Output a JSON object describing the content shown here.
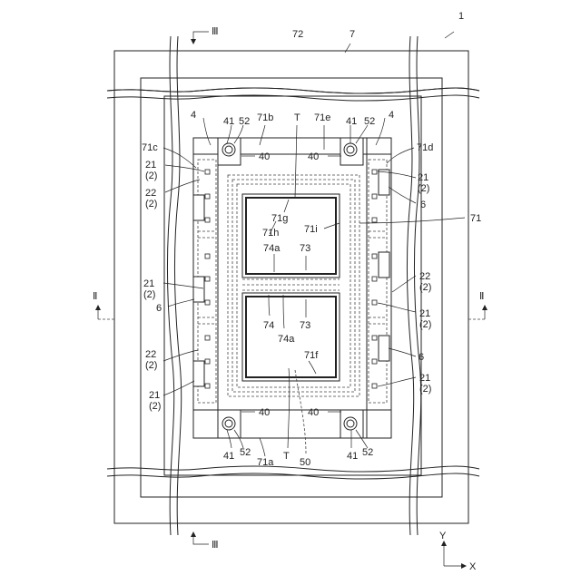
{
  "figure": {
    "ref_main": "1",
    "ref_outer": "7",
    "ref_outer_frame": "72",
    "ref_module": "71",
    "ref_71a": "71a",
    "ref_71b": "71b",
    "ref_71c": "71c",
    "ref_71d": "71d",
    "ref_71e": "71e",
    "ref_71f": "71f",
    "ref_71g": "71g",
    "ref_71h": "71h",
    "ref_71i": "71i",
    "ref_4": "4",
    "ref_40": "40",
    "ref_41": "41",
    "ref_52": "52",
    "ref_6": "6",
    "ref_21": "21",
    "ref_22": "22",
    "ref_2p": "(2)",
    "ref_73": "73",
    "ref_74": "74",
    "ref_74a": "74a",
    "ref_50": "50",
    "ref_T": "T",
    "section_III": "Ⅲ",
    "section_II": "Ⅱ",
    "axis_y": "Y",
    "axis_x": "X"
  }
}
